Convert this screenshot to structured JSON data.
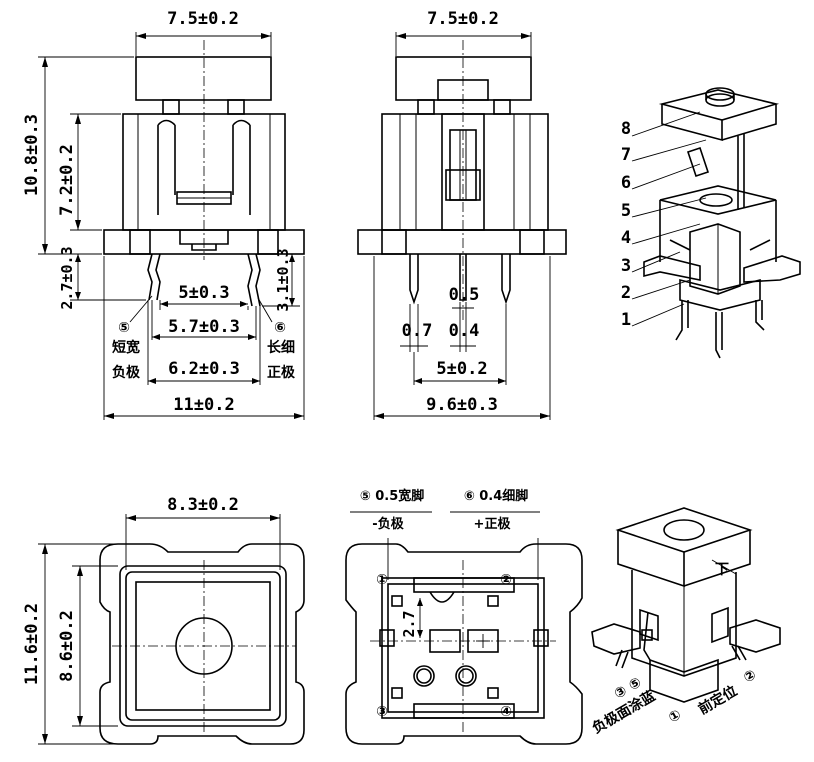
{
  "dimensions": {
    "front_cap_width": "7.5±0.2",
    "side_cap_width": "7.5±0.2",
    "total_height": "10.8±0.3",
    "body_height": "7.2±0.2",
    "pin_length_left": "2.7±0.3",
    "pin_length_right": "3.1±0.3",
    "pin_pitch_inner": "5±0.3",
    "pin_pitch_mid": "5.7±0.3",
    "pin_pitch_outer": "6.2±0.3",
    "front_base_width": "11±0.2",
    "side_pin_width_a": "0.7",
    "side_pin_width_b": "0.5",
    "side_pin_width_c": "0.4",
    "side_pin_pitch": "5±0.2",
    "side_base_width": "9.6±0.3",
    "top_body_width": "8.3±0.2",
    "top_total_height": "11.6±0.2",
    "top_body_height": "8.6±0.2",
    "bottom_dim_small": "2.7"
  },
  "callouts": {
    "five": "⑤",
    "six": "⑥",
    "short_wide": "短宽",
    "negative": "负极",
    "long_thin": "长细",
    "positive": "正极",
    "legend_wide": "⑤ 0.5宽脚",
    "legend_thin": "⑥ 0.4细脚",
    "legend_neg": "-负极",
    "legend_pos": "+正极",
    "pin1": "①",
    "pin2": "②",
    "pin3": "③",
    "pin4": "④",
    "face_blue": "③ ⑤",
    "face_blue_text": "负极面涂蓝",
    "front_pos_num": "①",
    "front_pos_text": "前定位",
    "front_pos_num2": "②",
    "down_mark": "下"
  },
  "part_numbers": [
    "8",
    "7",
    "6",
    "5",
    "4",
    "3",
    "2",
    "1"
  ]
}
